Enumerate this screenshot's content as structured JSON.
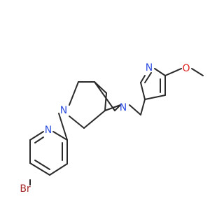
{
  "molecule": {
    "atoms": {
      "br": {
        "symbol": "Br",
        "color": "#a52a2a"
      },
      "n_pyr1": {
        "symbol": "N",
        "color": "#2f4fe0"
      },
      "n_amine1": {
        "symbol": "N",
        "color": "#2f4fe0"
      },
      "n_amine2": {
        "symbol": "N",
        "color": "#2f4fe0"
      },
      "n_pyr2": {
        "symbol": "N",
        "color": "#2f4fe0"
      },
      "o": {
        "symbol": "O",
        "color": "#e02020"
      }
    }
  }
}
